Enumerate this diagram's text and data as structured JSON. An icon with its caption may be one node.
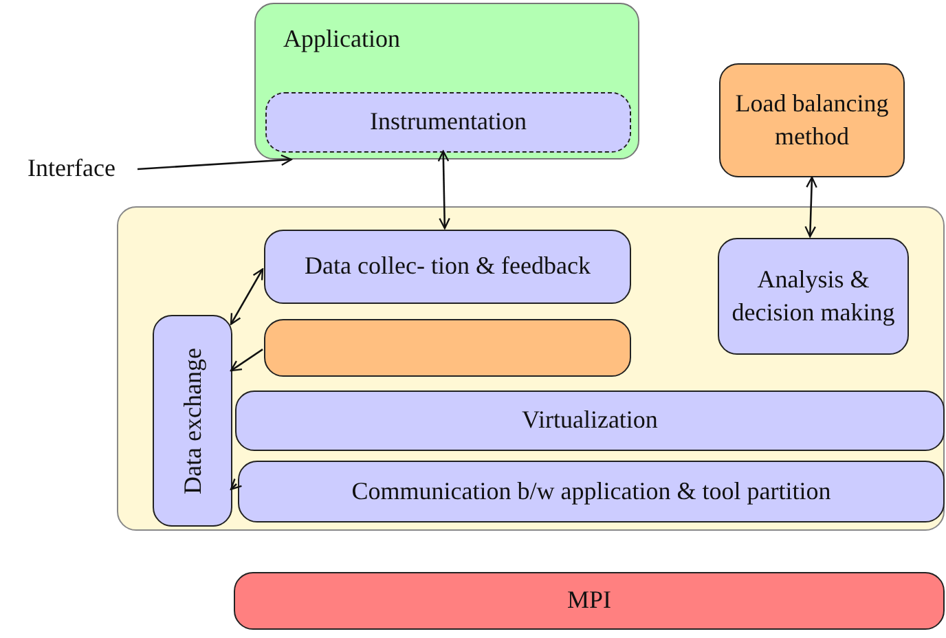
{
  "diagram": {
    "nodes": [
      {
        "text": [
          "Application"
        ]
      },
      {
        "text": [
          "Instrumentation"
        ],
        "in": 0
      },
      {
        "text": [
          "Load balancing method"
        ]
      },
      {
        "text": [
          "Interface"
        ]
      },
      {
        "text": [],
        "shape": "box"
      },
      {
        "text": [
          "Data collec- tion & feedback"
        ],
        "in": 4
      },
      {
        "text": [
          "Analysis & decision making"
        ],
        "in": 4
      },
      {
        "text": [
          "Data exchange"
        ],
        "in": 4
      },
      {
        "text": [],
        "shape": "box",
        "in": 4
      },
      {
        "text": [
          "Virtualization"
        ],
        "in": 4
      },
      {
        "text": [
          "Communication b/w application & tool partition"
        ],
        "in": 4
      },
      {
        "text": [
          "MPI"
        ]
      }
    ],
    "edges": [
      {
        "from": 3,
        "to": 0,
        "arrow": "to"
      },
      {
        "from": 1,
        "to": 5,
        "arrow": "both"
      },
      {
        "from": 2,
        "to": 6,
        "arrow": "both"
      },
      {
        "from": 5,
        "to": 7,
        "arrow": "both"
      },
      {
        "from": 8,
        "to": 7,
        "arrow": "to"
      },
      {
        "from": 10,
        "to": 7,
        "arrow": "to"
      }
    ]
  }
}
